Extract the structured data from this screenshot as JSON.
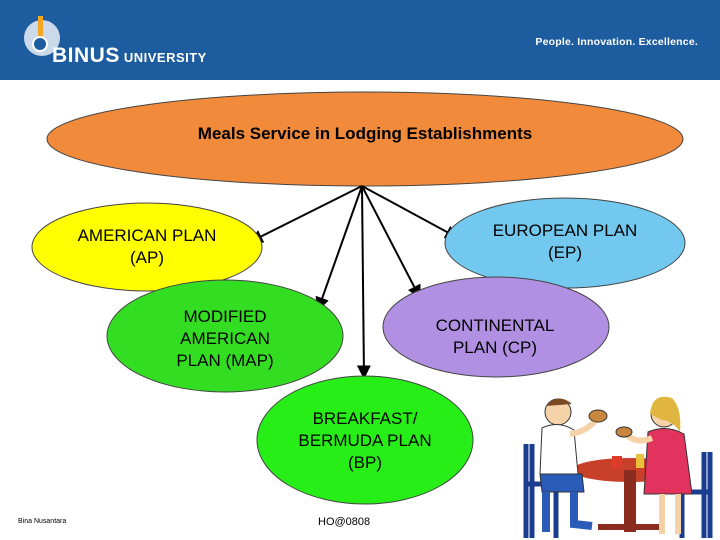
{
  "header": {
    "logo_brand": "BINUS",
    "logo_suffix": "UNIVERSITY",
    "tagline": "People. Innovation. Excellence."
  },
  "diagram": {
    "title": "Meals Service in Lodging Establishments",
    "nodes": [
      {
        "id": "ap",
        "line1": "AMERICAN PLAN",
        "line2": "(AP)",
        "color": "#ffff00"
      },
      {
        "id": "ep",
        "line1": "EUROPEAN PLAN",
        "line2": "(EP)",
        "color": "#72c8ef"
      },
      {
        "id": "map",
        "line1": "MODIFIED",
        "line2": "AMERICAN",
        "line3": "PLAN (MAP)",
        "color": "#33dd22"
      },
      {
        "id": "cp",
        "line1": "CONTINENTAL",
        "line2": "PLAN (CP)",
        "color": "#b18fe2"
      },
      {
        "id": "bp",
        "line1": "BREAKFAST/",
        "line2": "BERMUDA PLAN",
        "line3": "(BP)",
        "color": "#26ee16"
      }
    ],
    "title_color": "#f28a3b"
  },
  "footer": {
    "left": "Bina Nusantara",
    "center": "HO@0808"
  }
}
